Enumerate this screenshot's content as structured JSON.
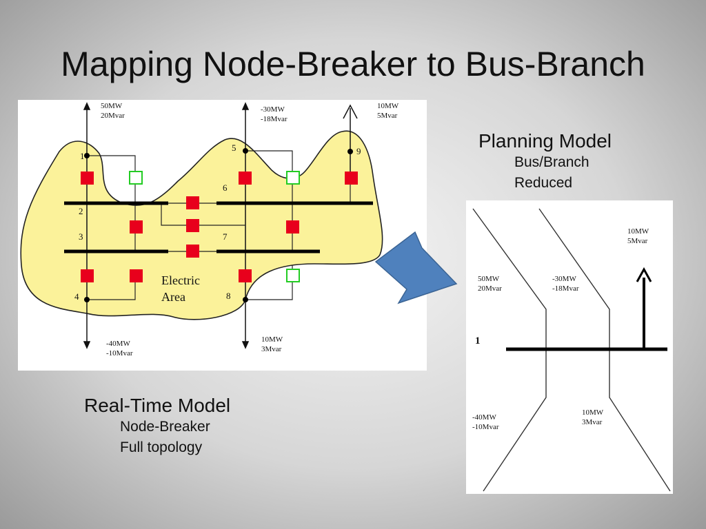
{
  "slide": {
    "title": "Mapping Node-Breaker to Bus-Branch"
  },
  "node_breaker": {
    "area_label_1": "Electric",
    "area_label_2": "Area",
    "nodes": [
      "1",
      "2",
      "3",
      "4",
      "5",
      "6",
      "7",
      "8",
      "9"
    ],
    "flows": {
      "top_left_mw": "50MW",
      "top_left_mvar": "20Mvar",
      "top_mid_mw": "-30MW",
      "top_mid_mvar": "-18Mvar",
      "top_right_mw": "10MW",
      "top_right_mvar": "5Mvar",
      "bottom_left_mw": "-40MW",
      "bottom_left_mvar": "-10Mvar",
      "bottom_mid_mw": "10MW",
      "bottom_mid_mvar": "3Mvar"
    },
    "colors": {
      "area_fill": "#fbf29a",
      "closed_breaker": "#e8001c",
      "open_breaker": "#22cc22"
    }
  },
  "bus_branch": {
    "bus_label": "1",
    "flows": {
      "upper_left_mw": "50MW",
      "upper_left_mvar": "20Mvar",
      "upper_mid_mw": "-30MW",
      "upper_mid_mvar": "-18Mvar",
      "upper_right_mw": "10MW",
      "upper_right_mvar": "5Mvar",
      "lower_left_mw": "-40MW",
      "lower_left_mvar": "-10Mvar",
      "lower_mid_mw": "10MW",
      "lower_mid_mvar": "3Mvar"
    }
  },
  "captions": {
    "realtime_title": "Real-Time Model",
    "realtime_line1": "Node-Breaker",
    "realtime_line2": "Full topology",
    "planning_title": "Planning Model",
    "planning_line1": "Bus/Branch",
    "planning_line2": "Reduced"
  },
  "arrow_color": "#4f81bd"
}
